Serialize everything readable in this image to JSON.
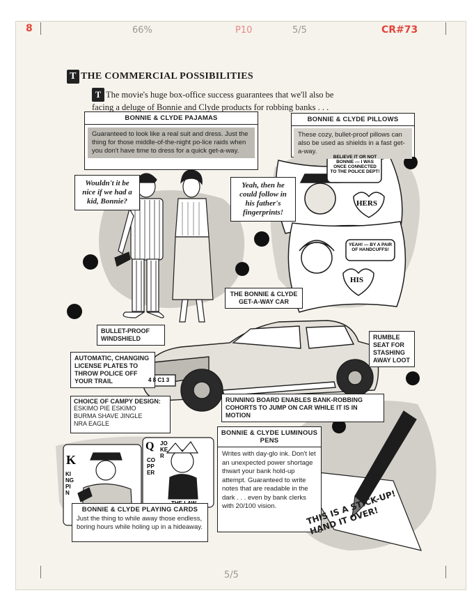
{
  "margin_notes": {
    "page_num": "8",
    "percent": "66%",
    "p_note": "P10",
    "date": "5/5",
    "job": "CR#73",
    "bottom": "5/5"
  },
  "section": {
    "title": "THE COMMERCIAL POSSIBILITIES",
    "intro": "The movie's huge box-office success guarantees that we'll also be facing a deluge of Bonnie and Clyde products for robbing banks . . ."
  },
  "pajamas": {
    "title": "BONNIE & CLYDE PAJAMAS",
    "body": "Guaranteed to look like a real suit and dress. Just the thing for those middle-of-the-night po-lice raids when you don't have time to dress for a quick get-a-way."
  },
  "pillows": {
    "title": "BONNIE & CLYDE PILLOWS",
    "body": "These cozy, bullet-proof pillows can also be used as shields in a fast get-a-way.",
    "tag1": "BELIEVE IT OR NOT BONNIE — I WAS ONCE CONNECTED TO THE POLICE DEPT!",
    "tag2": "YEAH! — BY A PAIR OF HANDCUFFS!",
    "hers": "HERS",
    "his": "HIS"
  },
  "balloons": {
    "left": "Wouldn't it be nice if we had a kid, Bonnie?",
    "right": "Yeah, then he could follow in his father's fingerprints!"
  },
  "car": {
    "title": "THE BONNIE & CLYDE GET-A-WAY CAR",
    "windshield": "BULLET-PROOF WINDSHIELD",
    "plates": "AUTOMATIC, CHANGING LICENSE PLATES TO THROW POLICE OFF YOUR TRAIL",
    "rumble": "RUMBLE SEAT FOR STASHING AWAY LOOT",
    "board": "RUNNING BOARD ENABLES BANK-ROBBING COHORTS TO JUMP ON CAR WHILE IT IS IN MOTION",
    "plate_text": "4 8 C1 3"
  },
  "design": {
    "title": "CHOICE OF CAMPY DESIGN:",
    "options": [
      "ESKIMO PIE ESKIMO",
      "BURMA SHAVE JINGLE",
      "NRA EAGLE"
    ]
  },
  "pens": {
    "title": "BONNIE & CLYDE LUMINOUS PENS",
    "body": "Writes with day-glo ink. Don't let an unexpected power shortage thwart your bank hold-up attempt. Guaranteed to write notes that are readable in the dark . . . even by bank clerks with 20/100 vision.",
    "note": "THIS IS A STICK-UP! HAND IT OVER!"
  },
  "cards": {
    "title": "BONNIE & CLYDE PLAYING CARDS",
    "body": "Just the thing to while away those endless, boring hours while holing up in a hideaway.",
    "card1_side": "KINGPIN",
    "card1_mark": "K",
    "card2_top": "JOKER",
    "card2_side": "COPPER",
    "card2_mark": "Q",
    "card2_bottom": "THE LAW"
  },
  "colors": {
    "ink": "#1d1d1d",
    "wash": "#c9c6bf",
    "paper": "#f6f3ec"
  }
}
